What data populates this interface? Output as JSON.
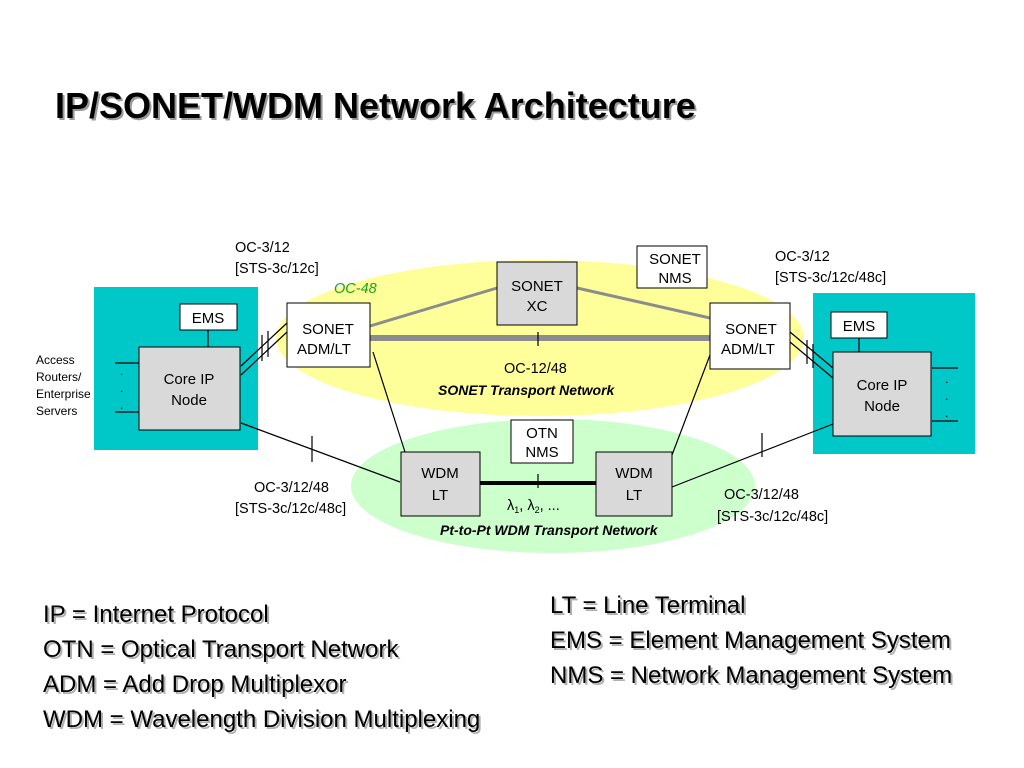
{
  "title": "IP/SONET/WDM Network Architecture",
  "colors": {
    "site": "#00c8c8",
    "sonet_ring": "#ffff99",
    "wdm_ring": "#ccffcc",
    "node_fill": "#d9d9d9",
    "trunk_gray": "#8c8c8c",
    "oc48_text": "#1aa31a"
  },
  "nodes": {
    "sonet_xc": [
      "SONET",
      "XC"
    ],
    "sonet_nms": [
      "SONET",
      "NMS"
    ],
    "sonet_adm_left": [
      "SONET",
      "ADM/LT"
    ],
    "sonet_adm_right": [
      "SONET",
      "ADM/LT"
    ],
    "core_ip_left": [
      "Core IP",
      "Node"
    ],
    "core_ip_right": [
      "Core IP",
      "Node"
    ],
    "ems_left": "EMS",
    "ems_right": "EMS",
    "otn_nms": [
      "OTN",
      "NMS"
    ],
    "wdm_left": [
      "WDM",
      "LT"
    ],
    "wdm_right": [
      "WDM",
      "LT"
    ]
  },
  "labels": {
    "oc_top_left": [
      "OC-3/12",
      "[STS-3c/12c]"
    ],
    "oc_top_right": [
      "OC-3/12",
      "[STS-3c/12c/48c]"
    ],
    "oc48": "OC-48",
    "oc12_48": "OC-12/48",
    "sonet_transport": "SONET Transport Network",
    "oc_bottom_left": [
      "OC-3/12/48",
      "[STS-3c/12c/48c]"
    ],
    "oc_bottom_right": [
      "OC-3/12/48",
      "[STS-3c/12c/48c]"
    ],
    "lambda_symbol": "λ",
    "lambda_1": "1",
    "lambda_2": "2",
    "lambda_sep": ", ",
    "lambda_more": ", ...",
    "wdm_transport": "Pt-to-Pt WDM Transport Network",
    "access": [
      "Access",
      "Routers/",
      "Enterprise",
      "Servers"
    ]
  },
  "glossary_left": [
    "IP = Internet Protocol",
    "OTN = Optical Transport Network",
    "ADM = Add Drop Multiplexor",
    "WDM = Wavelength Division Multiplexing"
  ],
  "glossary_right": [
    "LT = Line Terminal",
    "EMS = Element Management System",
    "NMS = Network Management System"
  ]
}
